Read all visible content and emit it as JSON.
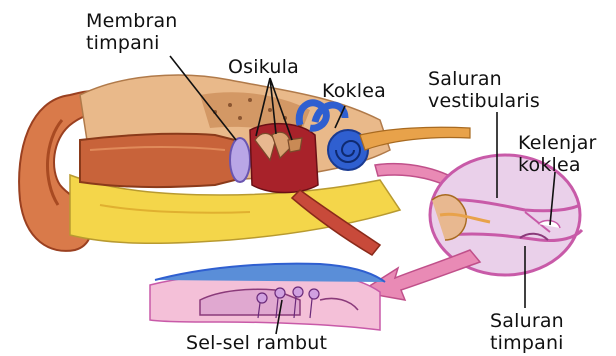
{
  "labels": {
    "membran_timpani": [
      "Membran",
      "timpani"
    ],
    "osikula": "Osikula",
    "koklea": "Koklea",
    "saluran_vestibularis": [
      "Saluran",
      "vestibularis"
    ],
    "kelenjar_koklea": [
      "Kelenjar",
      "koklea"
    ],
    "saluran_timpani": [
      "Saluran",
      "timpani"
    ],
    "sel_sel_rambut": "Sel-sel rambut"
  },
  "colors": {
    "skin": "#d97a4a",
    "skin_dark": "#b8532a",
    "bone": "#e9b98a",
    "canal_yellow": "#f4d64a",
    "canal_fill": "#c8633a",
    "drum": "#b9a6e6",
    "ossicle_red": "#b2222a",
    "cochlea_blue": "#2f5fd0",
    "nerve": "#e8a24a",
    "pink_arrow": "#e98ab5",
    "cross_section": "#ead0ea",
    "cross_outline": "#c85aa8",
    "organ_blue": "#5a8ed8"
  },
  "icons": [
    "ear-anatomy-illustration",
    "cochlea-cross-section",
    "organ-of-corti-detail",
    "pink-arrow"
  ]
}
